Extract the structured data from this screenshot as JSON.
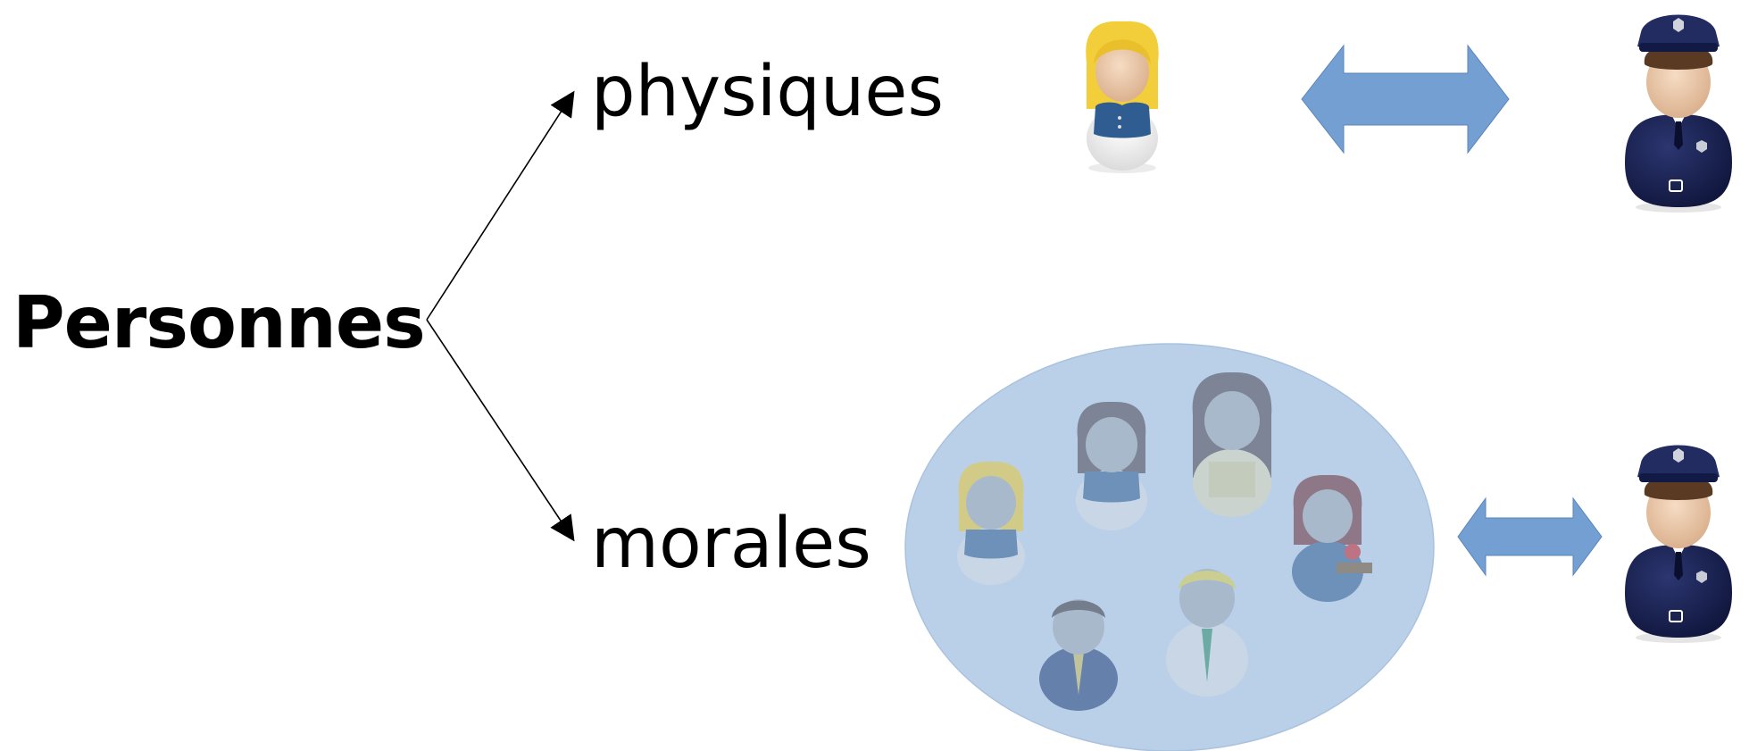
{
  "diagram": {
    "title": "Personnes",
    "branches": [
      {
        "label": "physiques"
      },
      {
        "label": "morales"
      }
    ]
  },
  "colors": {
    "arrow_fill": "#739fd2",
    "arrow_stroke": "#5a86bb",
    "group_ellipse": "#bad0e8",
    "police_uniform": "#141c4c",
    "police_cap": "#222c60",
    "skin": "#e8c5a5",
    "hair_blond": "#f2cf3a",
    "vest_blue": "#2f5d92"
  },
  "icons": {
    "woman": "woman-person-icon",
    "police": "police-officer-icon",
    "double_arrow": "double-arrow-icon"
  }
}
